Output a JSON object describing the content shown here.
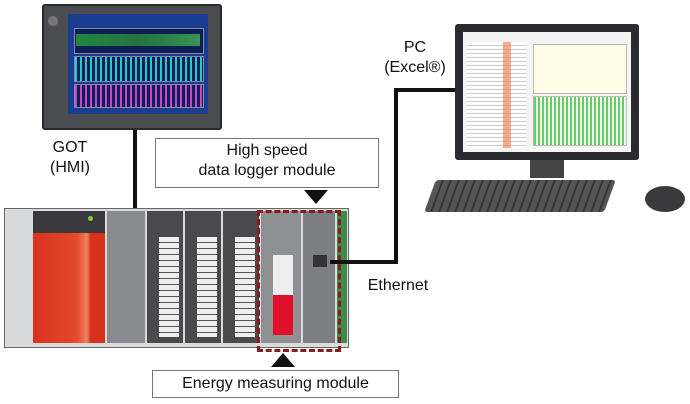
{
  "labels": {
    "got": [
      "GOT",
      "(HMI)"
    ],
    "pc": [
      "PC",
      "(Excel®)"
    ],
    "logger": [
      "High speed",
      "data logger module"
    ],
    "ethernet": "Ethernet",
    "energy": "Energy measuring module"
  },
  "colors": {
    "highlight_border": "#8b1a1a",
    "module_red": "#e0302a",
    "screen_blue": "#1b3d8f"
  }
}
